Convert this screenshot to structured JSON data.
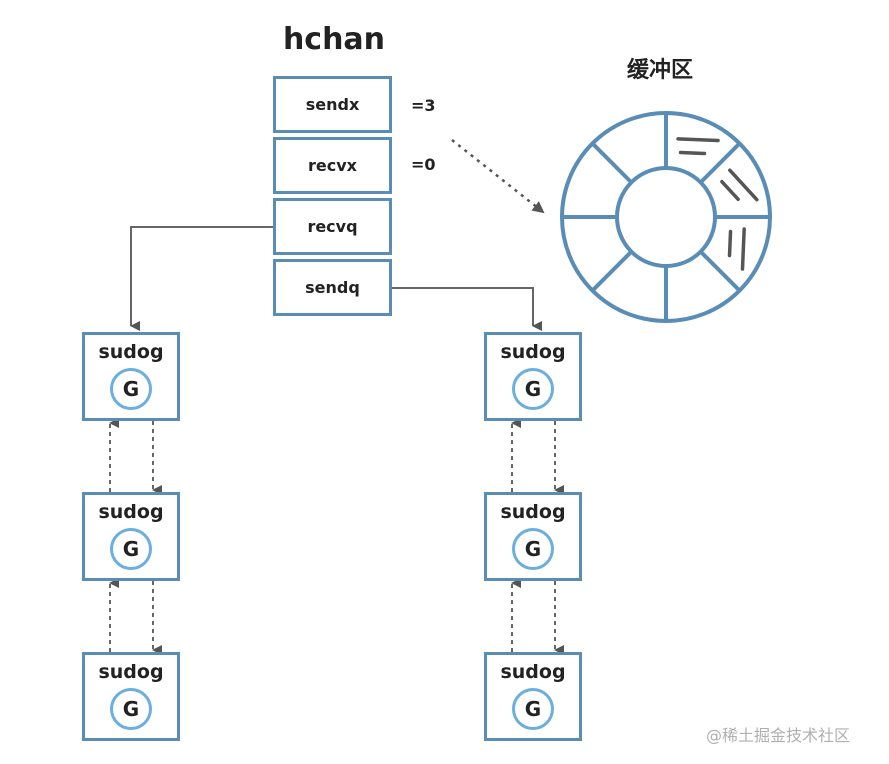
{
  "hchan": {
    "title": "hchan",
    "fields": [
      {
        "label": "sendx",
        "value": "=3"
      },
      {
        "label": "recvx",
        "value": "=0"
      },
      {
        "label": "recvq"
      },
      {
        "label": "sendq"
      }
    ]
  },
  "buffer": {
    "title": "缓冲区",
    "slots": 8,
    "filled_slots": 3
  },
  "queues": {
    "recvq": [
      {
        "label": "sudog",
        "g": "G"
      },
      {
        "label": "sudog",
        "g": "G"
      },
      {
        "label": "sudog",
        "g": "G"
      }
    ],
    "sendq": [
      {
        "label": "sudog",
        "g": "G"
      },
      {
        "label": "sudog",
        "g": "G"
      },
      {
        "label": "sudog",
        "g": "G"
      }
    ]
  },
  "colors": {
    "box_border": "#5a8db5",
    "goroutine_circle": "#6aafe0",
    "arrow": "#555555",
    "text": "#222222",
    "watermark": "#b0b0b0"
  },
  "watermark": "@稀土掘金技术社区"
}
